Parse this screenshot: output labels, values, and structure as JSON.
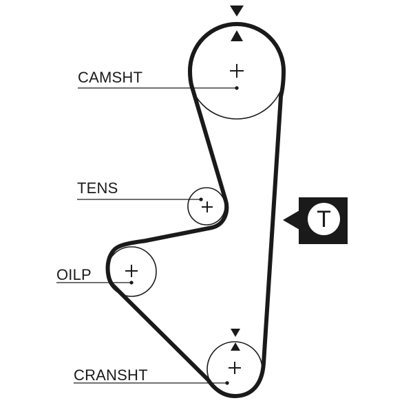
{
  "colors": {
    "ink": "#1a1a1a",
    "background": "#ffffff"
  },
  "labels": {
    "camshaft": "CAMSHT",
    "tensioner": "TENS",
    "oil_pump": "OILP",
    "crankshaft": "CRANSHT"
  },
  "tension_badge": {
    "letter": "T"
  },
  "icons": {
    "center_mark": "plus-icon",
    "timing_mark": "triangle-marker-icon",
    "tension_pointer": "triangle-left-icon"
  }
}
